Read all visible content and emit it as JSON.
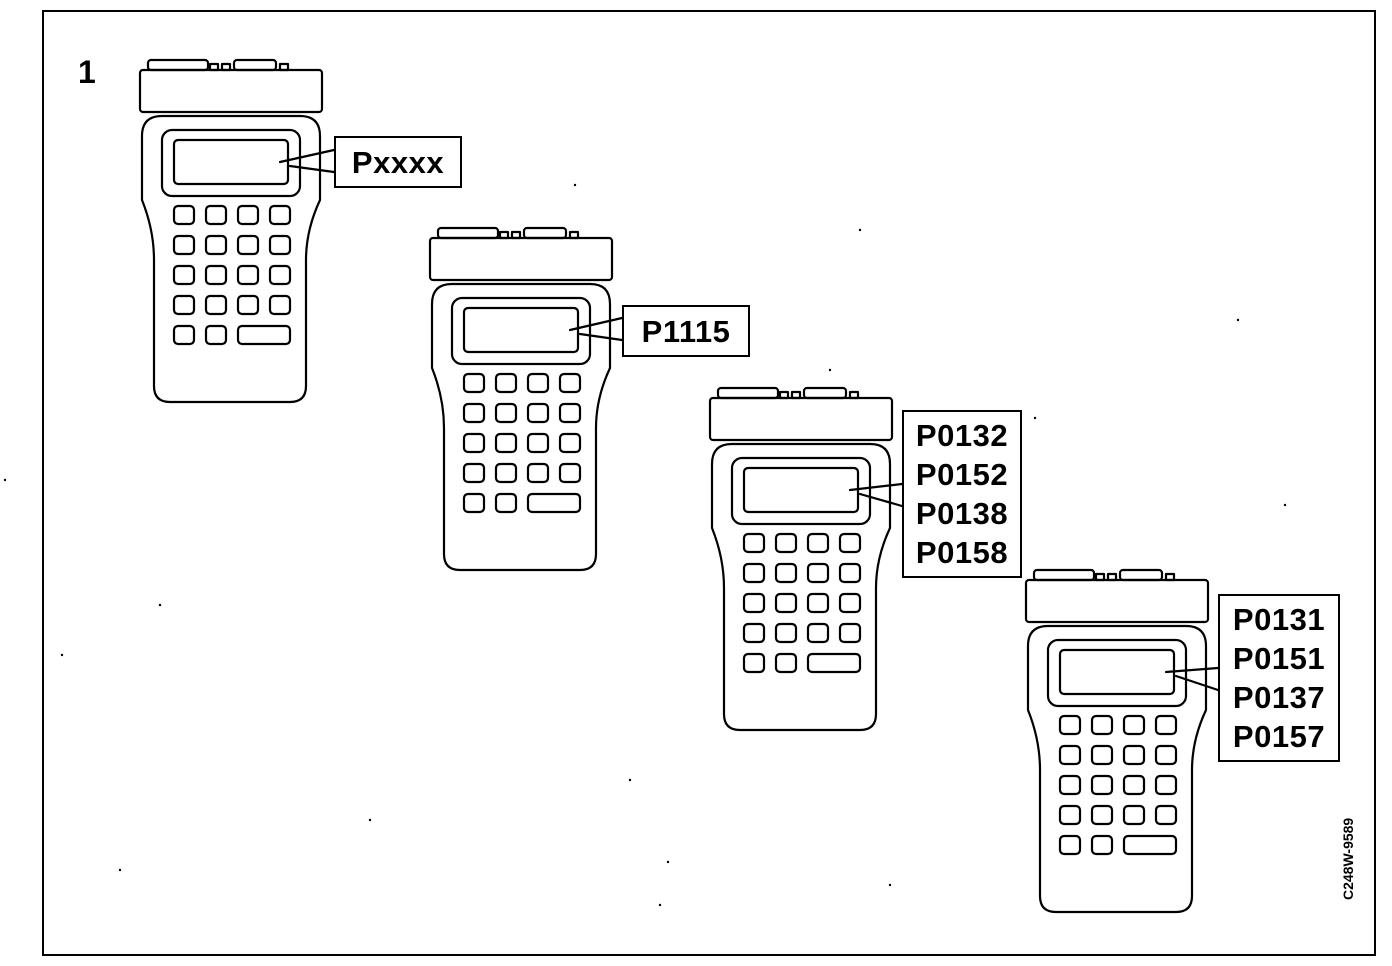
{
  "figure_number": "1",
  "reference_code": "C248W-9589",
  "scanners": [
    {
      "codes": [
        "Pxxxx"
      ]
    },
    {
      "codes": [
        "P1115"
      ]
    },
    {
      "codes": [
        "P0132",
        "P0152",
        "P0138",
        "P0158"
      ]
    },
    {
      "codes": [
        "P0131",
        "P0151",
        "P0137",
        "P0157"
      ]
    }
  ]
}
